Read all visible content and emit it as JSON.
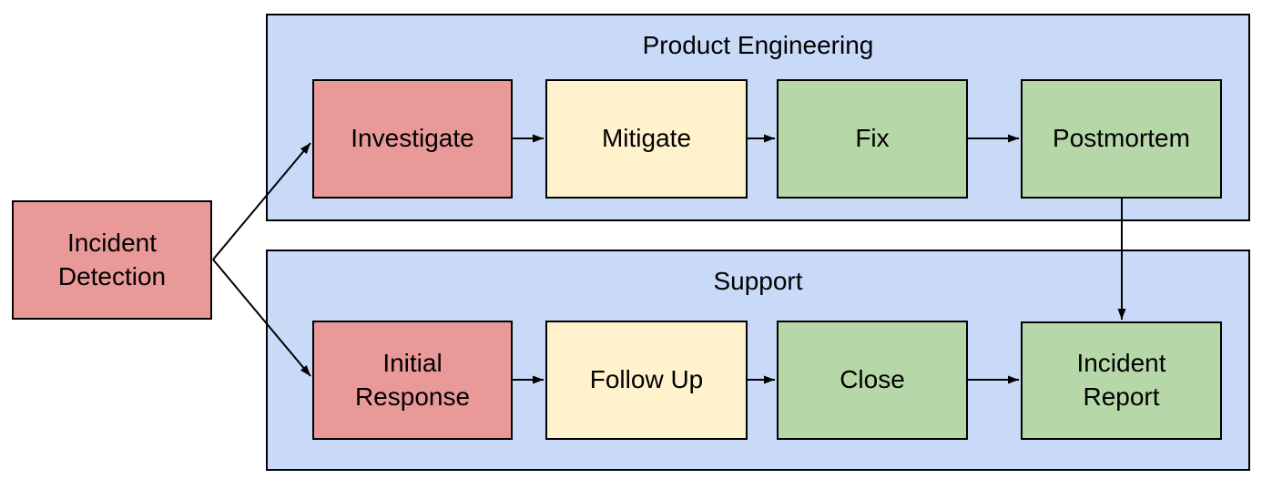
{
  "diagram": {
    "type": "flowchart",
    "start": {
      "id": "incident-detection",
      "label": "Incident\nDetection",
      "fill": "#EA9999"
    },
    "lanes": [
      {
        "id": "product-engineering",
        "label": "Product Engineering",
        "fill": "#C9DAF8",
        "steps": [
          {
            "id": "investigate",
            "label": "Investigate",
            "fill": "#EA9999"
          },
          {
            "id": "mitigate",
            "label": "Mitigate",
            "fill": "#FFF2CC"
          },
          {
            "id": "fix",
            "label": "Fix",
            "fill": "#B6D7A8"
          },
          {
            "id": "postmortem",
            "label": "Postmortem",
            "fill": "#B6D7A8"
          }
        ]
      },
      {
        "id": "support",
        "label": "Support",
        "fill": "#C9DAF8",
        "steps": [
          {
            "id": "initial-response",
            "label": "Initial\nResponse",
            "fill": "#EA9999"
          },
          {
            "id": "follow-up",
            "label": "Follow Up",
            "fill": "#FFF2CC"
          },
          {
            "id": "close",
            "label": "Close",
            "fill": "#B6D7A8"
          },
          {
            "id": "incident-report",
            "label": "Incident\nReport",
            "fill": "#B6D7A8"
          }
        ]
      }
    ],
    "edges": [
      {
        "from": "incident-detection",
        "to": "investigate"
      },
      {
        "from": "incident-detection",
        "to": "initial-response"
      },
      {
        "from": "investigate",
        "to": "mitigate"
      },
      {
        "from": "mitigate",
        "to": "fix"
      },
      {
        "from": "fix",
        "to": "postmortem"
      },
      {
        "from": "postmortem",
        "to": "incident-report"
      },
      {
        "from": "initial-response",
        "to": "follow-up"
      },
      {
        "from": "follow-up",
        "to": "close"
      },
      {
        "from": "close",
        "to": "incident-report"
      }
    ],
    "colors": {
      "background": "#FFFFFF",
      "lane_fill": "#C9DAF8",
      "node_red": "#EA9999",
      "node_yellow": "#FFF2CC",
      "node_green": "#B6D7A8",
      "border": "#000000",
      "text": "#000000"
    }
  }
}
